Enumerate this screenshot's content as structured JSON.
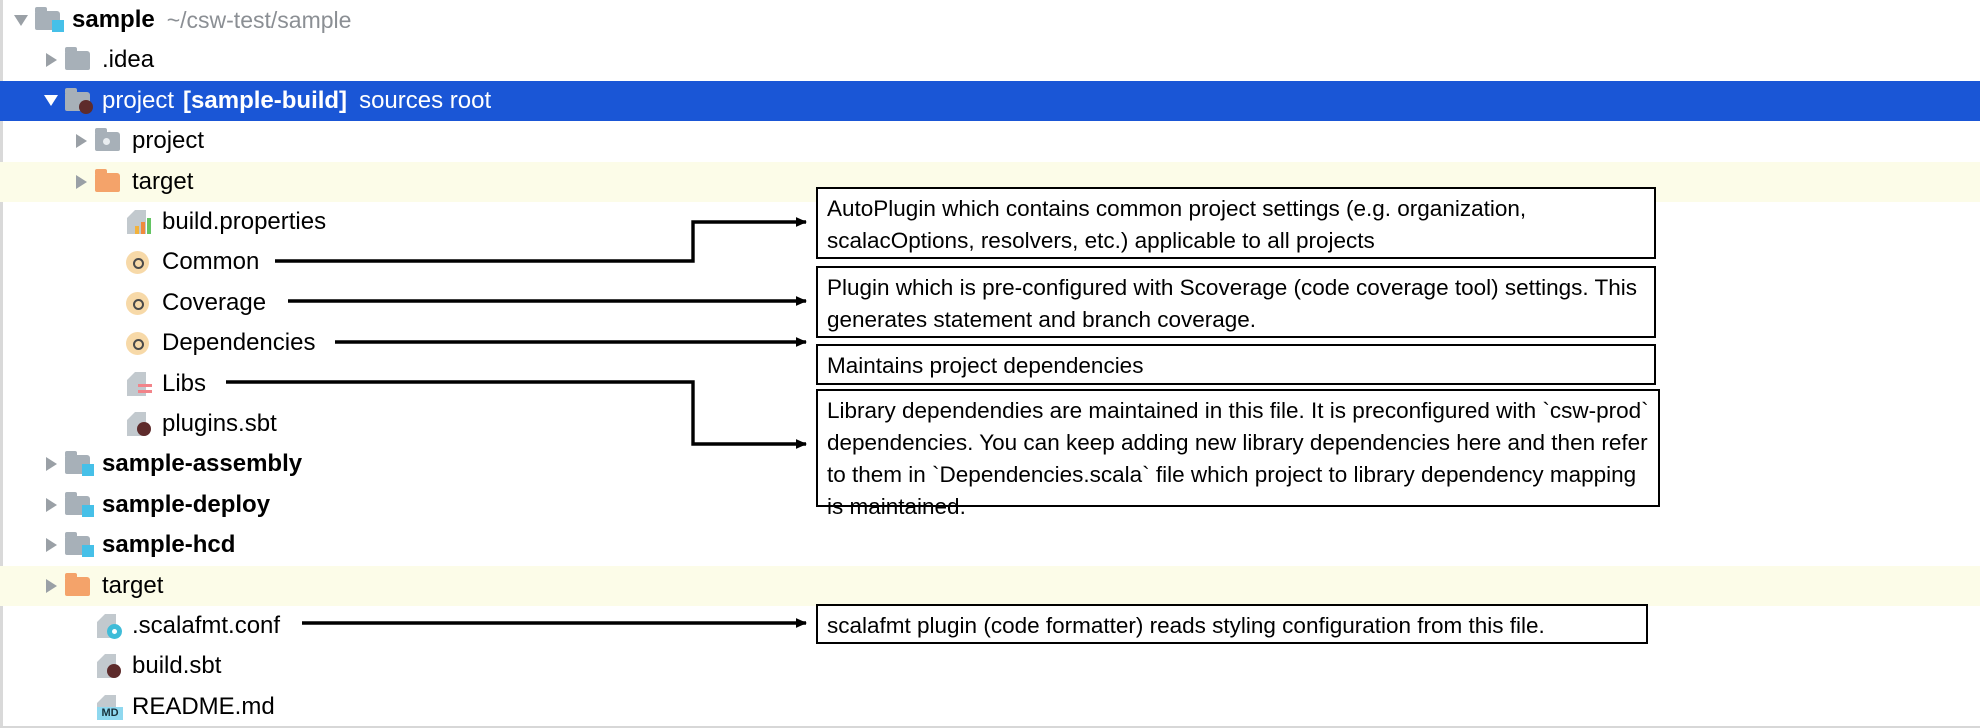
{
  "window": {
    "accent_selected_bg": "#1a56d6",
    "highlight_row_bg": "#fcfce8",
    "folder_module_color": "#a7b0b8",
    "folder_target_color": "#f4a36a"
  },
  "tree": {
    "rows": [
      {
        "label": "sample",
        "suffix": "~/csw-test/sample",
        "indent": 0,
        "twisty": "down",
        "icon": "module-folder-icon",
        "bold": true,
        "state": "normal"
      },
      {
        "label": ".idea",
        "suffix": "",
        "indent": 1,
        "twisty": "right",
        "icon": "folder-icon",
        "bold": false,
        "state": "normal"
      },
      {
        "label": "project",
        "tag": "[sample-build]",
        "tag2": "sources root",
        "indent": 1,
        "twisty": "down",
        "icon": "sbt-module-folder-icon",
        "bold": false,
        "state": "selected"
      },
      {
        "label": "project",
        "suffix": "",
        "indent": 2,
        "twisty": "right",
        "icon": "source-folder-icon",
        "bold": false,
        "state": "normal"
      },
      {
        "label": "target",
        "suffix": "",
        "indent": 2,
        "twisty": "right",
        "icon": "excluded-folder-icon",
        "bold": false,
        "state": "highlight"
      },
      {
        "label": "build.properties",
        "suffix": "",
        "indent": 3,
        "twisty": "none",
        "icon": "properties-file-icon",
        "bold": false,
        "state": "normal"
      },
      {
        "label": "Common",
        "suffix": "",
        "indent": 3,
        "twisty": "none",
        "icon": "scala-object-icon",
        "bold": false,
        "state": "normal"
      },
      {
        "label": "Coverage",
        "suffix": "",
        "indent": 3,
        "twisty": "none",
        "icon": "scala-object-icon",
        "bold": false,
        "state": "normal"
      },
      {
        "label": "Dependencies",
        "suffix": "",
        "indent": 3,
        "twisty": "none",
        "icon": "scala-object-icon",
        "bold": false,
        "state": "normal"
      },
      {
        "label": "Libs",
        "suffix": "",
        "indent": 3,
        "twisty": "none",
        "icon": "scala-file-icon",
        "bold": false,
        "state": "normal"
      },
      {
        "label": "plugins.sbt",
        "suffix": "",
        "indent": 3,
        "twisty": "none",
        "icon": "sbt-file-icon",
        "bold": false,
        "state": "normal"
      },
      {
        "label": "sample-assembly",
        "suffix": "",
        "indent": 1,
        "twisty": "right",
        "icon": "module-folder-icon",
        "bold": true,
        "state": "normal"
      },
      {
        "label": "sample-deploy",
        "suffix": "",
        "indent": 1,
        "twisty": "right",
        "icon": "module-folder-icon",
        "bold": true,
        "state": "normal"
      },
      {
        "label": "sample-hcd",
        "suffix": "",
        "indent": 1,
        "twisty": "right",
        "icon": "module-folder-icon",
        "bold": true,
        "state": "normal"
      },
      {
        "label": "target",
        "suffix": "",
        "indent": 1,
        "twisty": "right",
        "icon": "excluded-folder-icon",
        "bold": false,
        "state": "highlight"
      },
      {
        "label": ".scalafmt.conf",
        "suffix": "",
        "indent": 2,
        "twisty": "none",
        "icon": "config-file-icon",
        "bold": false,
        "state": "normal"
      },
      {
        "label": "build.sbt",
        "suffix": "",
        "indent": 2,
        "twisty": "none",
        "icon": "sbt-file-icon",
        "bold": false,
        "state": "normal"
      },
      {
        "label": "README.md",
        "suffix": "",
        "indent": 2,
        "twisty": "none",
        "icon": "markdown-file-icon",
        "bold": false,
        "state": "normal"
      }
    ]
  },
  "callouts": [
    {
      "id": "common-callout",
      "text": "AutoPlugin which contains common project settings (e.g. organization, scalacOptions, resolvers, etc.) applicable to all projects"
    },
    {
      "id": "coverage-callout",
      "text": "Plugin which is pre-configured with Scoverage (code coverage tool) settings. This generates statement and branch coverage."
    },
    {
      "id": "dependencies-callout",
      "text": "Maintains project dependencies"
    },
    {
      "id": "libs-callout",
      "text": "Library dependendies are maintained in this file.  It is preconfigured with `csw-prod` dependencies.  You can keep adding new library dependencies here and then refer to them in `Dependencies.scala` file which project to library dependency mapping is maintained."
    },
    {
      "id": "scalafmt-callout",
      "text": "scalafmt plugin (code formatter) reads styling configuration from this file."
    }
  ]
}
